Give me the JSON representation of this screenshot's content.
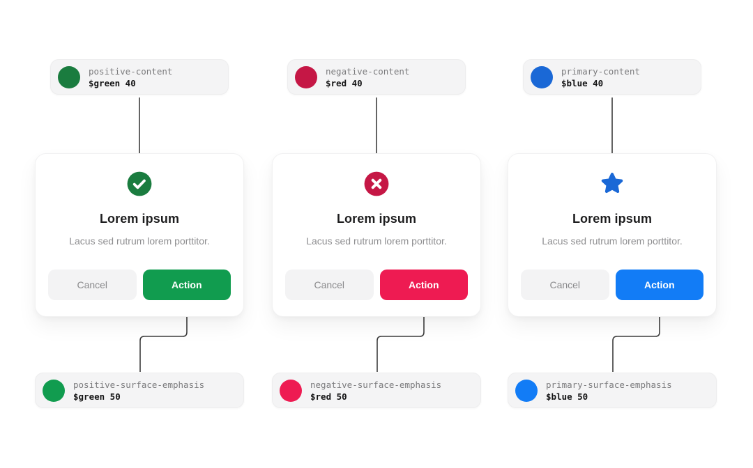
{
  "colors": {
    "background": "#ffffff",
    "arrow": "#3d3d3d",
    "chip_background": "#f4f4f5",
    "card_background": "#ffffff",
    "cancel_background": "#f3f3f4",
    "cancel_text": "#8a8a8c",
    "action_text": "#ffffff"
  },
  "columns": [
    {
      "id": "positive",
      "accent_40": "#1a7c3f",
      "accent_50": "#119c4f",
      "icon": "check-circle-icon",
      "top_chip": {
        "token_name": "positive-content",
        "token_value": "$green 40"
      },
      "card": {
        "title": "Lorem ipsum",
        "subtitle": "Lacus sed rutrum lorem porttitor.",
        "cancel_label": "Cancel",
        "action_label": "Action"
      },
      "bottom_chip": {
        "token_name": "positive-surface-emphasis",
        "token_value": "$green 50"
      }
    },
    {
      "id": "negative",
      "accent_40": "#c51745",
      "accent_50": "#ee1b52",
      "icon": "x-circle-icon",
      "top_chip": {
        "token_name": "negative-content",
        "token_value": "$red 40"
      },
      "card": {
        "title": "Lorem ipsum",
        "subtitle": "Lacus sed rutrum lorem porttitor.",
        "cancel_label": "Cancel",
        "action_label": "Action"
      },
      "bottom_chip": {
        "token_name": "negative-surface-emphasis",
        "token_value": "$red 50"
      }
    },
    {
      "id": "primary",
      "accent_40": "#1a68d6",
      "accent_50": "#127cf6",
      "icon": "star-icon",
      "top_chip": {
        "token_name": "primary-content",
        "token_value": "$blue 40"
      },
      "card": {
        "title": "Lorem ipsum",
        "subtitle": "Lacus sed rutrum lorem porttitor.",
        "cancel_label": "Cancel",
        "action_label": "Action"
      },
      "bottom_chip": {
        "token_name": "primary-surface-emphasis",
        "token_value": "$blue 50"
      }
    }
  ]
}
